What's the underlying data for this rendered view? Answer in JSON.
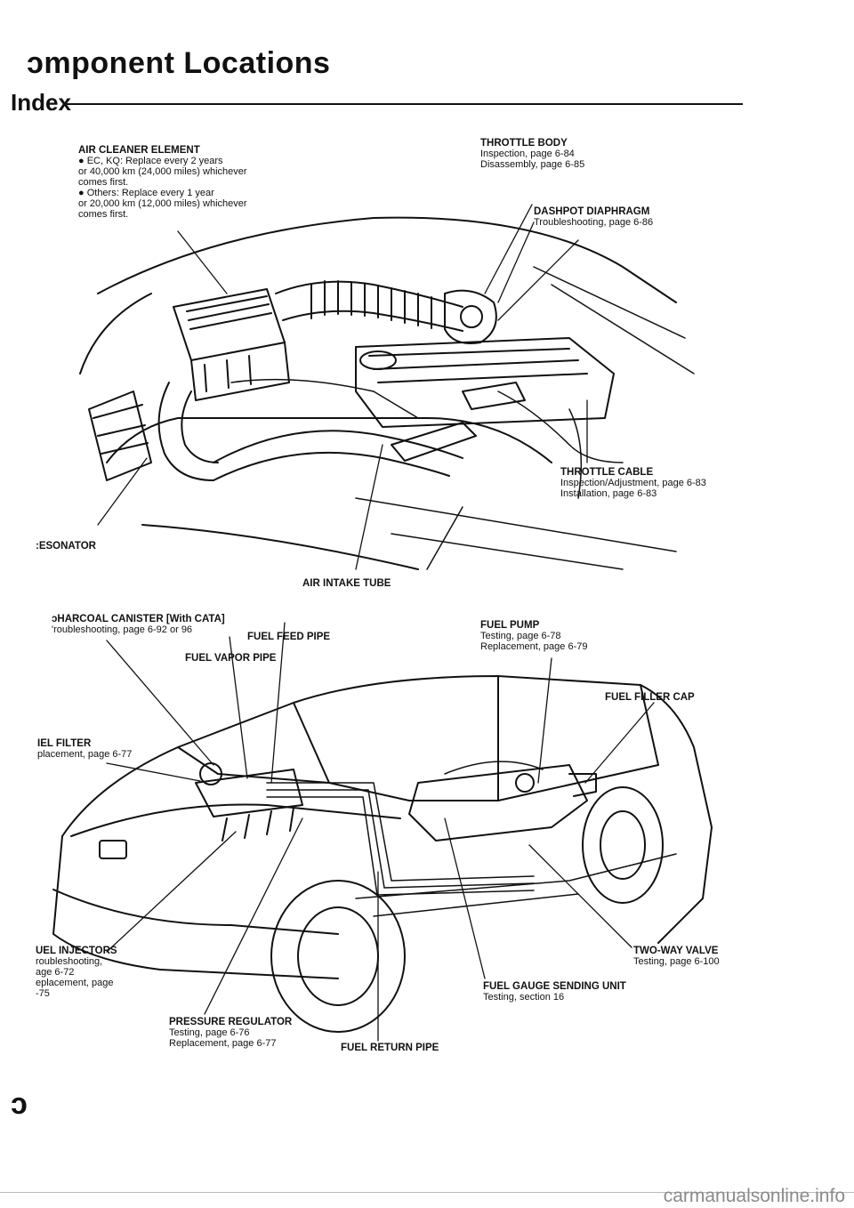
{
  "header": {
    "title": "ɔmponent Locations",
    "subtitle": "Index"
  },
  "engine_labels": {
    "air_cleaner": {
      "name": "AIR CLEANER ELEMENT",
      "lines": [
        "● EC, KQ: Replace every 2 years",
        "or 40,000 km (24,000 miles) whichever",
        "comes first.",
        "● Others: Replace every 1 year",
        "or 20,000 km (12,000 miles) whichever",
        "comes first."
      ]
    },
    "throttle_body": {
      "name": "THROTTLE BODY",
      "lines": [
        "Inspection, page 6-84",
        "Disassembly, page 6-85"
      ]
    },
    "dashpot": {
      "name": "DASHPOT DIAPHRAGM",
      "lines": [
        "Troubleshooting, page 6-86"
      ]
    },
    "throttle_cable": {
      "name": "THROTTLE CABLE",
      "lines": [
        "Inspection/Adjustment, page 6-83",
        "Installation, page 6-83"
      ]
    },
    "resonator": {
      "name": ":ESONATOR"
    },
    "air_intake_tube": {
      "name": "AIR INTAKE TUBE"
    }
  },
  "fuel_labels": {
    "charcoal_canister": {
      "name": "ɔHARCOAL CANISTER [With CATA]",
      "lines": [
        "'roubleshooting, page 6-92 or 96"
      ]
    },
    "fuel_feed_pipe": {
      "name": "FUEL FEED PIPE"
    },
    "fuel_vapor_pipe": {
      "name": "FUEL VAPOR PIPE"
    },
    "fuel_pump": {
      "name": "FUEL PUMP",
      "lines": [
        "Testing, page 6-78",
        "Replacement, page 6-79"
      ]
    },
    "fuel_filler_cap": {
      "name": "FUEL FILLER CAP"
    },
    "fuel_filter": {
      "name": "IEL FILTER",
      "lines": [
        "placement, page 6-77"
      ]
    },
    "fuel_injectors": {
      "name": "UEL INJECTORS",
      "lines": [
        "roubleshooting,",
        "age 6-72",
        "eplacement, page",
        "-75"
      ]
    },
    "two_way_valve": {
      "name": "TWO-WAY VALVE",
      "lines": [
        "Testing, page 6-100"
      ]
    },
    "fuel_gauge": {
      "name": "FUEL GAUGE SENDING UNIT",
      "lines": [
        "Testing, section 16"
      ]
    },
    "pressure_regulator": {
      "name": "PRESSURE REGULATOR",
      "lines": [
        "Testing, page 6-76",
        "Replacement, page 6-77"
      ]
    },
    "fuel_return_pipe": {
      "name": "FUEL RETURN PIPE"
    }
  },
  "page_number": "ɔ",
  "watermark": "carmanualsonline.info"
}
